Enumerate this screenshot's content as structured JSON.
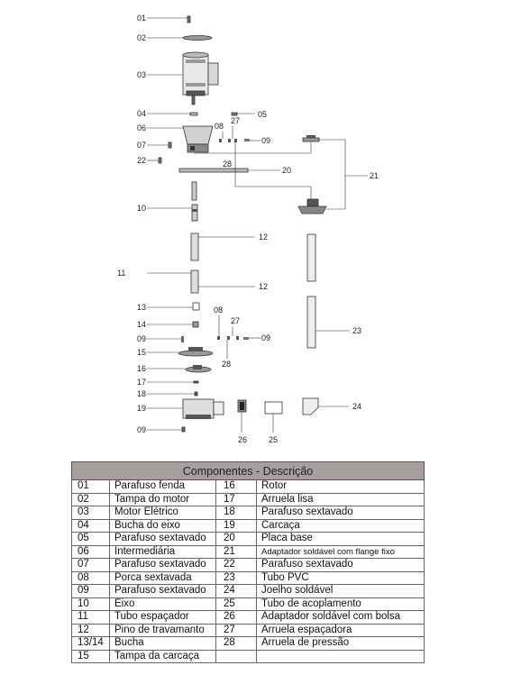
{
  "diagram": {
    "callouts": [
      "01",
      "02",
      "03",
      "04",
      "05",
      "06",
      "07",
      "08",
      "27",
      "09",
      "22",
      "28",
      "20",
      "21",
      "10",
      "12",
      "11",
      "12",
      "13",
      "14",
      "08",
      "27",
      "09",
      "15",
      "28",
      "09",
      "16",
      "17",
      "18",
      "19",
      "09",
      "26",
      "25",
      "24",
      "23"
    ]
  },
  "table": {
    "title": "Componentes - Descrição",
    "rows": [
      {
        "n1": "01",
        "d1": "Parafuso fenda",
        "n2": "16",
        "d2": "Rotor"
      },
      {
        "n1": "02",
        "d1": "Tampa do motor",
        "n2": "17",
        "d2": "Arruela lisa"
      },
      {
        "n1": "03",
        "d1": "Motor Elétrico",
        "n2": "18",
        "d2": "Parafuso sextavado"
      },
      {
        "n1": "04",
        "d1": "Bucha do eixo",
        "n2": "19",
        "d2": "Carcaça"
      },
      {
        "n1": "05",
        "d1": "Parafuso sextavado",
        "n2": "20",
        "d2": "Placa base"
      },
      {
        "n1": "06",
        "d1": "Intermediária",
        "n2": "21",
        "d2": "Adaptador soldável com flange fixo"
      },
      {
        "n1": "07",
        "d1": "Parafuso sextavado",
        "n2": "22",
        "d2": "Parafuso sextavado"
      },
      {
        "n1": "08",
        "d1": "Porca sextavada",
        "n2": "23",
        "d2": "Tubo PVC"
      },
      {
        "n1": "09",
        "d1": "Parafuso sextavado",
        "n2": "24",
        "d2": "Joelho soldável"
      },
      {
        "n1": "10",
        "d1": "Eixo",
        "n2": "25",
        "d2": "Tubo de acoplamento"
      },
      {
        "n1": "11",
        "d1": "Tubo espaçador",
        "n2": "26",
        "d2": "Adaptador soldável com bolsa"
      },
      {
        "n1": "12",
        "d1": "Pino de travamanto",
        "n2": "27",
        "d2": "Arruela espaçadora"
      },
      {
        "n1": "13/14",
        "d1": "Bucha",
        "n2": "28",
        "d2": "Arruela de pressão"
      },
      {
        "n1": "15",
        "d1": "Tampa da carcaça",
        "n2": "",
        "d2": ""
      }
    ]
  }
}
